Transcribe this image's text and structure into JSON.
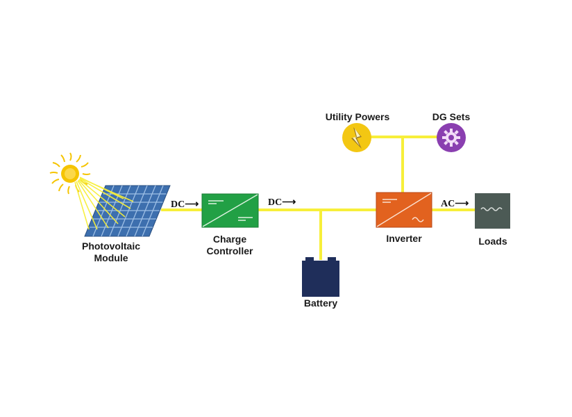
{
  "labels": {
    "pv_line1": "Photovoltaic",
    "pv_line2": "Module",
    "cc_line1": "Charge",
    "cc_line2": "Controller",
    "battery": "Battery",
    "inverter": "Inverter",
    "loads": "Loads",
    "utility": "Utility Powers",
    "dg": "DG Sets"
  },
  "flows": {
    "dc1": "DC",
    "dc2": "DC",
    "ac": "AC",
    "arrow": "⟶"
  },
  "icons": {
    "sun": "sun-icon",
    "pv": "solar-panel-icon",
    "charge_controller": "dc-dc-converter-icon",
    "battery": "battery-icon",
    "inverter": "dc-ac-inverter-icon",
    "loads": "load-icon",
    "utility": "lightning-icon",
    "dg": "gear-icon"
  },
  "colors": {
    "wire": "#f7ef3a",
    "sun": "#f5c400",
    "panel": "#3d6fae",
    "charge_controller": "#22a045",
    "battery": "#1f2e5a",
    "inverter": "#e2621f",
    "loads": "#4c5a55",
    "utility": "#f3c713",
    "dg": "#8a3fb0"
  }
}
